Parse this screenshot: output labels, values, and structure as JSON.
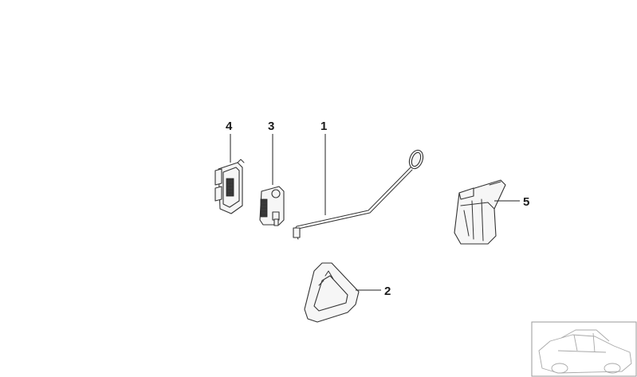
{
  "diagram": {
    "callouts": [
      {
        "id": "1",
        "label": "1"
      },
      {
        "id": "2",
        "label": "2"
      },
      {
        "id": "3",
        "label": "3"
      },
      {
        "id": "4",
        "label": "4"
      },
      {
        "id": "5",
        "label": "5"
      }
    ],
    "thumbnail": {
      "icon": "car-outline-icon"
    },
    "colors": {
      "line": "#333333",
      "part_fill": "#f6f6f6",
      "thumb_frame": "#9a9a9a"
    }
  }
}
